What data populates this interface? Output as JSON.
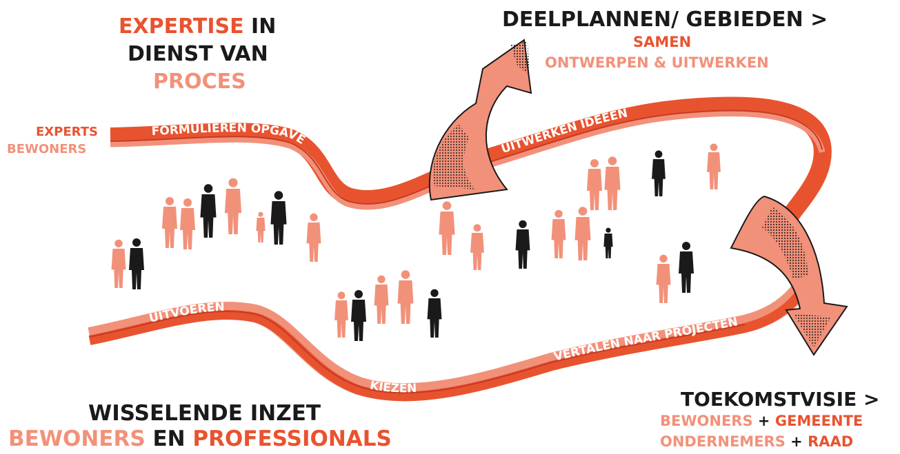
{
  "colors": {
    "red": "#e8532f",
    "dark_red": "#c63a24",
    "salmon": "#f2917a",
    "dark": "#1a1a1a"
  },
  "headings": {
    "top_left": {
      "line1_red": "EXPERTISE",
      "line1_dark": "IN",
      "line2": "DIENST VAN",
      "line3": "PROCES"
    },
    "top_right": {
      "title": "DEELPLANNEN/ GEBIEDEN >",
      "line2": "SAMEN",
      "line3": "ONTWERPEN & UITWERKEN"
    },
    "left_labels": {
      "experts": "EXPERTS",
      "bewoners": "BEWONERS"
    },
    "bottom_left": {
      "line1": "WISSELENDE INZET",
      "bewoners": "BEWONERS",
      "en": "EN",
      "professionals": "PROFESSIONALS"
    },
    "bottom_right": {
      "title": "TOEKOMSTVISIE >",
      "bewoners": "BEWONERS",
      "plus1": "+",
      "gemeente": "GEMEENTE",
      "ondernemers": "ONDERNEMERS",
      "plus2": "+",
      "raad": "RAAD"
    }
  },
  "ribbon_labels": {
    "formulieren_opgave": "FORMULIEREN OPGAVE",
    "uitwerken_ideeen": "UITWERKEN IDEEËN",
    "uitvoeren": "UITVOEREN",
    "kiezen": "KIEZEN",
    "vertalen": "VERTALEN NAAR PROJECTEN"
  },
  "icons": {
    "people": "person-silhouette-icon",
    "arrow_up": "arrow-up-icon",
    "arrow_down": "arrow-down-icon"
  }
}
